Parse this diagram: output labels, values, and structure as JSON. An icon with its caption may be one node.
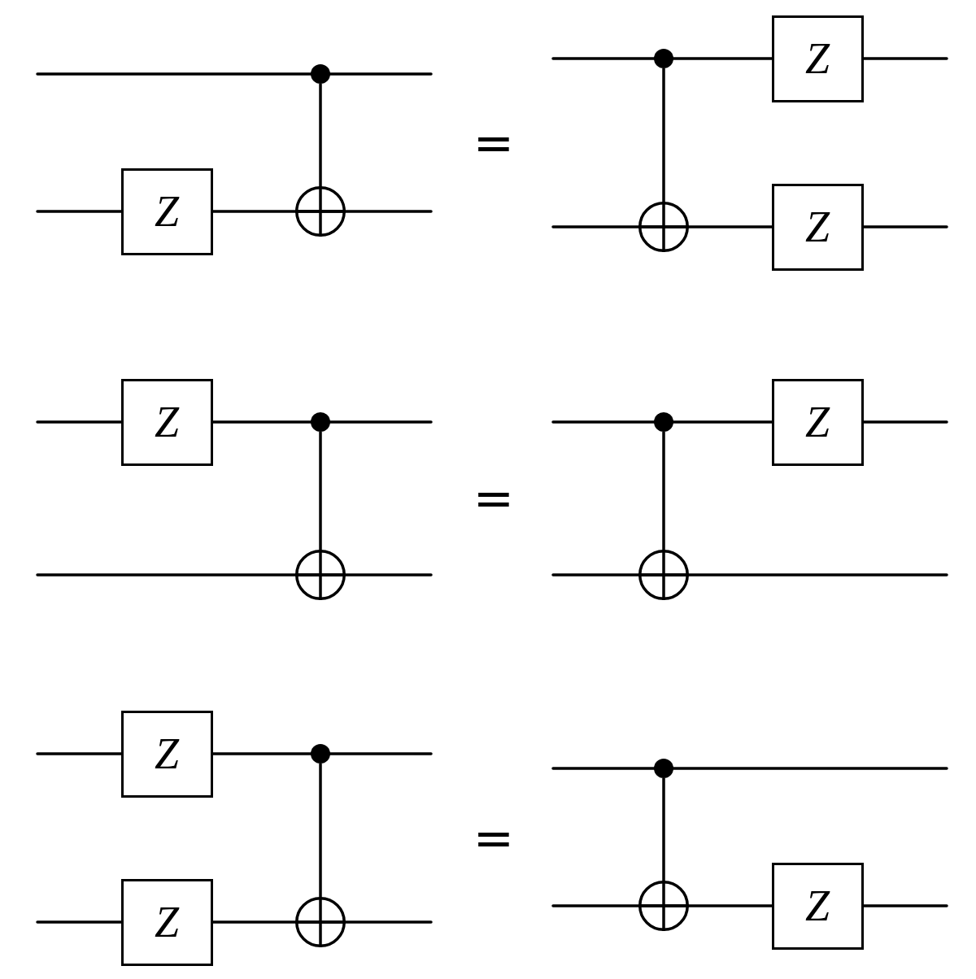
{
  "diagram": {
    "nodes": [
      {
        "text": [],
        "shape": "dot"
      },
      {
        "text": [
          "Z"
        ]
      },
      {
        "text": [],
        "shape": "circle"
      },
      {
        "text": [],
        "shape": "dot"
      },
      {
        "text": [
          "Z"
        ]
      },
      {
        "text": [],
        "shape": "circle"
      },
      {
        "text": [
          "Z"
        ]
      },
      {
        "text": [
          "Z"
        ]
      },
      {
        "text": [],
        "shape": "dot"
      },
      {
        "text": [],
        "shape": "circle"
      },
      {
        "text": [],
        "shape": "dot"
      },
      {
        "text": [
          "Z"
        ]
      },
      {
        "text": [],
        "shape": "circle"
      },
      {
        "text": [
          "Z"
        ]
      },
      {
        "text": [],
        "shape": "dot"
      },
      {
        "text": [
          "Z"
        ]
      },
      {
        "text": [],
        "shape": "circle"
      },
      {
        "text": [],
        "shape": "dot"
      },
      {
        "text": [],
        "shape": "circle"
      },
      {
        "text": [
          "Z"
        ]
      }
    ],
    "edges": [
      {
        "from": 0,
        "to": 2,
        "arrow": "none"
      },
      {
        "from": 3,
        "to": 5,
        "arrow": "none"
      },
      {
        "from": 8,
        "to": 9,
        "arrow": "none"
      },
      {
        "from": 10,
        "to": 12,
        "arrow": "none"
      },
      {
        "from": 14,
        "to": 16,
        "arrow": "none"
      },
      {
        "from": 17,
        "to": 18,
        "arrow": "none"
      }
    ],
    "labels": [
      "=",
      "=",
      "="
    ]
  }
}
